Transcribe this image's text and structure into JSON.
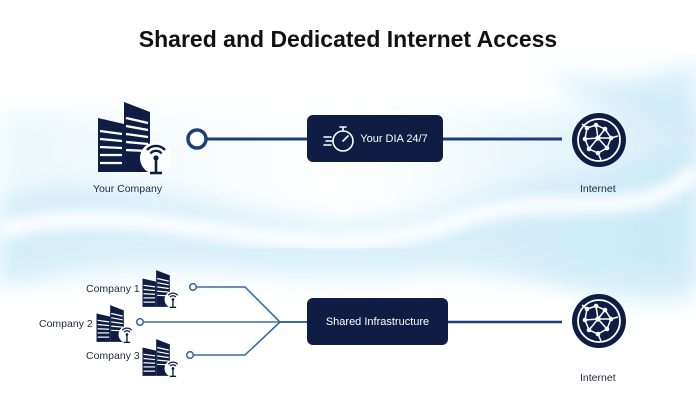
{
  "title": "Shared and Dedicated Internet Access",
  "dedicated": {
    "source_label": "Your Company",
    "link_label": "Your DIA 24/7",
    "destination_label": "Internet"
  },
  "shared": {
    "companies": [
      {
        "label": "Company 1"
      },
      {
        "label": "Company 2"
      },
      {
        "label": "Company 3"
      }
    ],
    "link_label": "Shared Infrastructure",
    "destination_label": "Internet"
  },
  "colors": {
    "navy": "#0f1d45",
    "line_dedicated": "#1c3f7a",
    "line_shared": "#3c6aa6",
    "sky": "#aee0f2"
  },
  "icons": [
    "building-icon",
    "antenna-icon",
    "stopwatch-icon",
    "globe-network-icon"
  ]
}
